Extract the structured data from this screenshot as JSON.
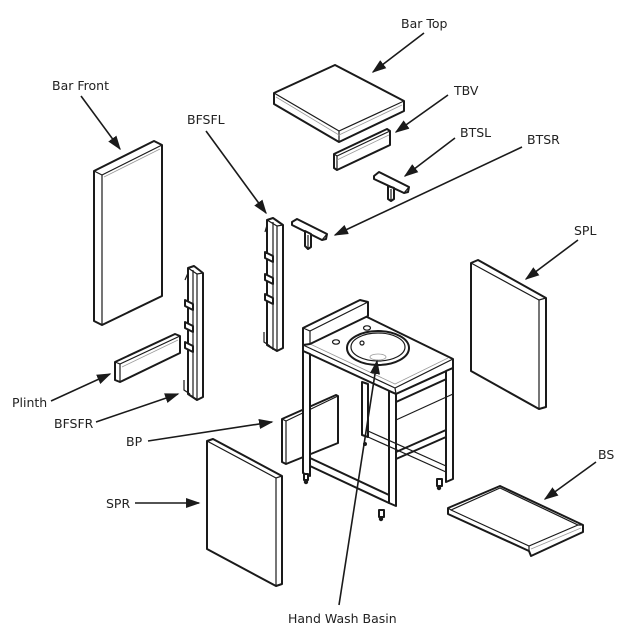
{
  "diagram": {
    "type": "exploded-assembly",
    "subject": "Hand wash basin bar unit",
    "labels": {
      "bar_top": "Bar Top",
      "tbv": "TBV",
      "btsl": "BTSL",
      "btsr": "BTSR",
      "bar_front": "Bar Front",
      "bfsfl": "BFSFL",
      "spl": "SPL",
      "plinth": "Plinth",
      "bfsfr": "BFSFR",
      "bp": "BP",
      "spr": "SPR",
      "bs": "BS",
      "hand_wash_basin": "Hand Wash Basin"
    },
    "colors": {
      "line": "#1a1a1a",
      "background": "#ffffff",
      "text": "#222222"
    }
  }
}
